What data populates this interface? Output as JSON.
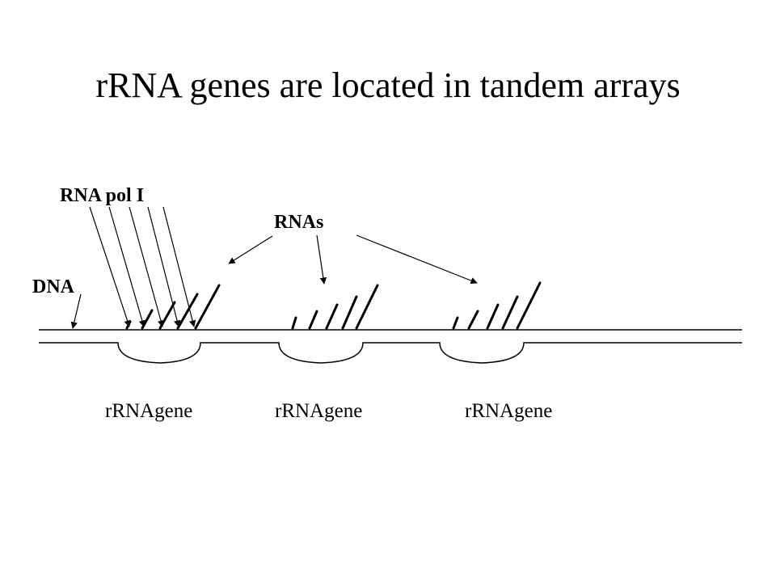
{
  "title": "rRNA genes are located in tandem arrays",
  "labels": {
    "rna_pol": "RNA pol I",
    "rnas": "RNAs",
    "dna": "DNA"
  },
  "genes": [
    "rRNAgene",
    "rRNAgene",
    "rRNAgene"
  ]
}
